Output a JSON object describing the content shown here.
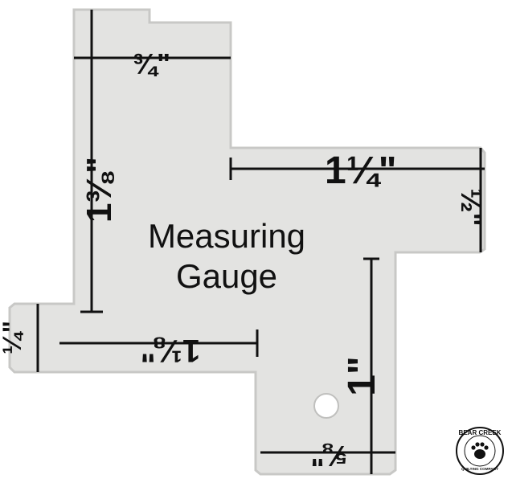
{
  "product": {
    "title_line1": "Measuring",
    "title_line2": "Gauge"
  },
  "measurements": {
    "three_quarter": "¾\"",
    "one_three_eighths": "1⅜\"",
    "one_quarter_long": "1¼\"",
    "one_half": "½\"",
    "one_quarter": "¼\"",
    "one_one_eighth": "1⅛\"",
    "one": "1\"",
    "five_eighths": "⅝\""
  },
  "logo": {
    "line1": "BEAR CREEK",
    "line2": "QUILTING COMPANY"
  },
  "colors": {
    "ruler_fill": "#e3e3e1",
    "ruler_edge": "#c8c8c6",
    "ink": "#111111"
  }
}
